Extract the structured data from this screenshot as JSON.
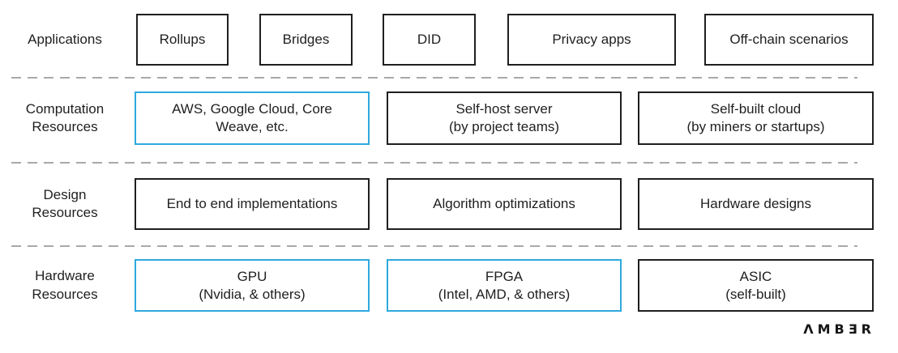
{
  "colors": {
    "accent": "#2fa9dd",
    "border": "#1f1f1f",
    "divider": "#a9a9a9",
    "background": "#ffffff",
    "text": "#1f1f1f"
  },
  "logo": {
    "text": "ΛMBƎR"
  },
  "rows": [
    {
      "label": "Applications",
      "boxes": [
        {
          "line1": "Rollups",
          "highlighted": false
        },
        {
          "line1": "Bridges",
          "highlighted": false
        },
        {
          "line1": "DID",
          "highlighted": false
        },
        {
          "line1": "Privacy apps",
          "highlighted": false
        },
        {
          "line1": "Off-chain scenarios",
          "highlighted": false
        }
      ]
    },
    {
      "label": "Computation Resources",
      "boxes": [
        {
          "line1": "AWS, Google Cloud, Core",
          "line2": "Weave, etc.",
          "highlighted": true
        },
        {
          "line1": "Self-host server",
          "line2": "(by project teams)",
          "highlighted": false
        },
        {
          "line1": "Self-built cloud",
          "line2": "(by miners or startups)",
          "highlighted": false
        }
      ]
    },
    {
      "label": "Design Resources",
      "boxes": [
        {
          "line1": "End to end implementations",
          "highlighted": false
        },
        {
          "line1": "Algorithm optimizations",
          "highlighted": false
        },
        {
          "line1": "Hardware designs",
          "highlighted": false
        }
      ]
    },
    {
      "label": "Hardware Resources",
      "boxes": [
        {
          "line1": "GPU",
          "line2": "(Nvidia, & others)",
          "highlighted": true
        },
        {
          "line1": "FPGA",
          "line2": "(Intel, AMD, & others)",
          "highlighted": true
        },
        {
          "line1": "ASIC",
          "line2": "(self-built)",
          "highlighted": false
        }
      ]
    }
  ]
}
